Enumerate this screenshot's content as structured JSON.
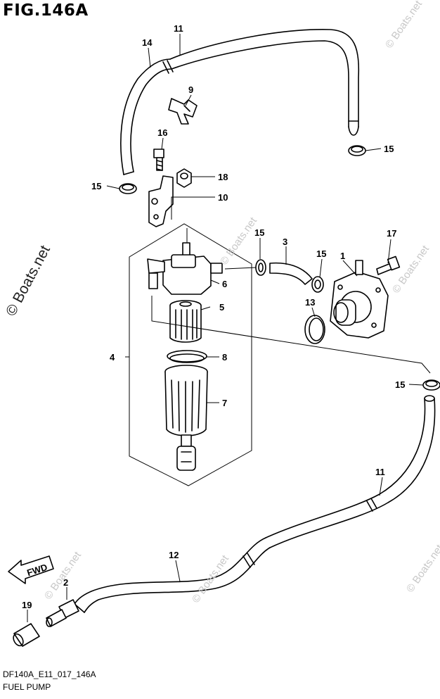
{
  "figure": {
    "title": "FIG.146A",
    "code": "DF140A_E11_017_146A",
    "name": "FUEL PUMP"
  },
  "watermarks": {
    "main": "© Boats.net",
    "faint": "© Boats.net"
  },
  "fwd_label": "FWD",
  "callouts": [
    "1",
    "2",
    "3",
    "4",
    "5",
    "6",
    "7",
    "8",
    "9",
    "10",
    "11",
    "11",
    "12",
    "13",
    "14",
    "15",
    "15",
    "15",
    "15",
    "15",
    "16",
    "17",
    "18",
    "19"
  ]
}
